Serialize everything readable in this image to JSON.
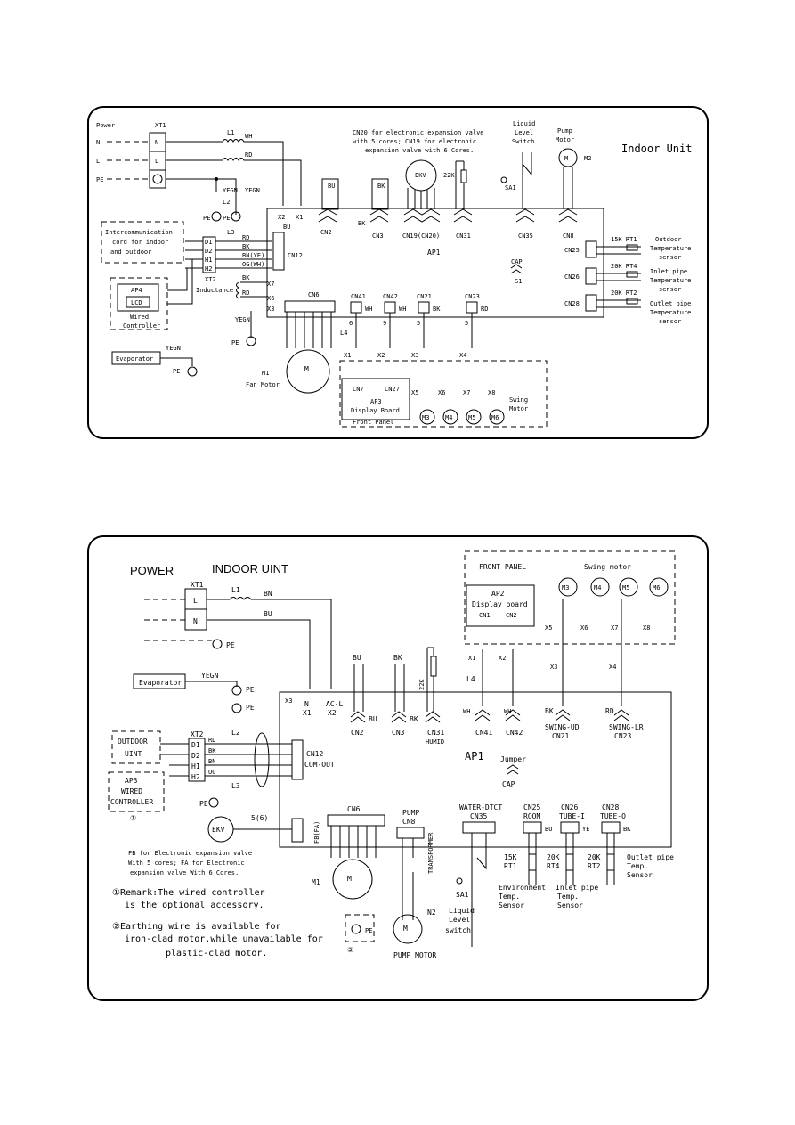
{
  "diagram1": {
    "power": "Power",
    "xt1": "XT1",
    "n": "N",
    "l": "L",
    "pe": "PE",
    "l1": "L1",
    "wh": "WH",
    "rd": "RD",
    "yegn": "YEGN",
    "l2": "L2",
    "x1": "X1",
    "x2": "X2",
    "bu": "BU",
    "bk": "BK",
    "ekv": "EKV",
    "cn20_note": [
      "CN20 for electronic expansion valve",
      "with 5 cores; CN19 for electronic",
      "expansion valve with 6 Cores."
    ],
    "res22k": "22K",
    "liquid_level": [
      "Liquid",
      "Level",
      "Switch"
    ],
    "pump_motor": [
      "Pump",
      "Motor"
    ],
    "m2": "M2",
    "indoor_unit": "Indoor Unit",
    "sa1": "SA1",
    "cn2": "CN2",
    "cn3": "CN3",
    "cn19": "CN19(CN20)",
    "cn31": "CN31",
    "cn35": "CN35",
    "cn8": "CN8",
    "interco": [
      "Intercommunication",
      "cord for indoor",
      "and outdoor"
    ],
    "l3": "L3",
    "d1": "D1",
    "d2": "D2",
    "h1": "H1",
    "h2": "H2",
    "xt2": "XT2",
    "rd_": "RD",
    "bk_": "BK",
    "bnye": "BN(YE)",
    "ogwh": "OG(WH)",
    "cn12": "CN12",
    "ap1": "AP1",
    "cap": "CAP",
    "s1": "S1",
    "cn25": "CN25",
    "cn26": "CN26",
    "cn28": "CN28",
    "rt1": "15K RT1",
    "rt4": "20K RT4",
    "rt2": "20K RT2",
    "outdoor_temp": [
      "Outdoor",
      "Temperature",
      "sensor"
    ],
    "inlet_temp": [
      "Inlet pipe",
      "Temperature",
      "sensor"
    ],
    "outlet_temp": [
      "Outlet pipe",
      "Temperature",
      "sensor"
    ],
    "ap4": "AP4",
    "lcd": "LCD",
    "wired_controller": [
      "Wired",
      "Controller"
    ],
    "inductance": "Inductance",
    "x7": "X7",
    "x6": "X6",
    "x3": "X3",
    "cn6": "CN6",
    "cn41": "CN41",
    "cn42": "CN42",
    "cn21": "CN21",
    "cn23": "CN23",
    "l4": "L4",
    "six": "6",
    "nine": "9",
    "five": "5",
    "evaporator": "Evaporator",
    "m1": "M1",
    "fan_motor": "Fan Motor",
    "m": "M",
    "cn7": "CN7",
    "cn27": "CN27",
    "ap3": "AP3",
    "display_board": "Display Board",
    "front_panel": "Front Panel",
    "swing_motor": [
      "Swing",
      "Motor"
    ],
    "motors": [
      "M3",
      "M4",
      "M5",
      "M6"
    ],
    "x_conn": [
      "X1",
      "X2",
      "X3",
      "X4",
      "X5",
      "X6",
      "X7",
      "X8"
    ]
  },
  "diagram2": {
    "power": "POWER",
    "indoor_uint": "INDOOR UINT",
    "xt1": "XT1",
    "l": "L",
    "n": "N",
    "l1": "L1",
    "bn": "BN",
    "bu": "BU",
    "pe": "PE",
    "evaporator": "Evaporator",
    "yegn": "YEGN",
    "n_x1": [
      "N",
      "X1"
    ],
    "acl_x2": [
      "AC-L",
      "X2"
    ],
    "x3": "X3",
    "bk": "BK",
    "res22k": "22K",
    "cn2": "CN2",
    "cn3": "CN3",
    "cn31": "CN31",
    "humid": "HUMID",
    "front_panel": "FRONT PANEL",
    "swing_motor": "Swing motor",
    "ap2": "AP2",
    "display_board": "Display board",
    "cn1": "CN1",
    "motors": [
      "M3",
      "M4",
      "M5",
      "M6"
    ],
    "l4": "L4",
    "wh": "WH",
    "cn41": "CN41",
    "cn42": "CN42",
    "swing_ud": "SWING-UD",
    "cn21": "CN21",
    "swing_lr": "SWING-LR",
    "cn23": "CN23",
    "rd": "RD",
    "x_conn": [
      "X1",
      "X2",
      "X3",
      "X4",
      "X5",
      "X6",
      "X7",
      "X8"
    ],
    "outdoor": [
      "OUTDOOR",
      "UINT"
    ],
    "xt2": "XT2",
    "d1": "D1",
    "d2": "D2",
    "h1": "H1",
    "h2": "H2",
    "l2": "L2",
    "l3": "L3",
    "og": "OG",
    "cn12": "CN12",
    "com_out": "COM-OUT",
    "ap1": "AP1",
    "jumper": "Jumper",
    "cap": "CAP",
    "ap3": [
      "AP3",
      "WIRED",
      "CONTROLLER"
    ],
    "circ1": "①",
    "circ2": "②",
    "ekv": "EKV",
    "cores56": "5(6)",
    "fbfa": "FB(FA)",
    "cn6": "CN6",
    "pump_cn8": [
      "PUMP",
      "CN8"
    ],
    "water_dtct": [
      "WATER-DTCT",
      "CN35"
    ],
    "cn25": [
      "CN25",
      "ROOM"
    ],
    "cn26": [
      "CN26",
      "TUBE-I"
    ],
    "cn28": [
      "CN28",
      "TUBE-O"
    ],
    "ye": "YE",
    "transformer": "TRANSFORMER",
    "fb_note": [
      "FB for Electronic expansion valve",
      "With 5 cores; FA for Electronic",
      "expansion valve With 6 Cores."
    ],
    "m1": "M1",
    "m": "M",
    "n2": "N2",
    "pump_motor": "PUMP MOTOR",
    "sa1": "SA1",
    "liquid_level": [
      "Liquid",
      "Level",
      "switch"
    ],
    "rt1": [
      "15K",
      "RT1"
    ],
    "rt4": [
      "20K",
      "RT4"
    ],
    "rt2": [
      "20K",
      "RT2"
    ],
    "env_sensor": [
      "Environment",
      "Temp.",
      "Sensor"
    ],
    "inlet_sensor": [
      "Inlet pipe",
      "Temp.",
      "Sensor"
    ],
    "outlet_sensor": [
      "Outlet pipe",
      "Temp.",
      "Sensor"
    ],
    "remark1": [
      "①Remark:The wired controller",
      "is the  optional accessory."
    ],
    "remark2": [
      "②Earthing wire is available for",
      "iron-clad motor,while unavailable for",
      "plastic-clad motor."
    ]
  }
}
